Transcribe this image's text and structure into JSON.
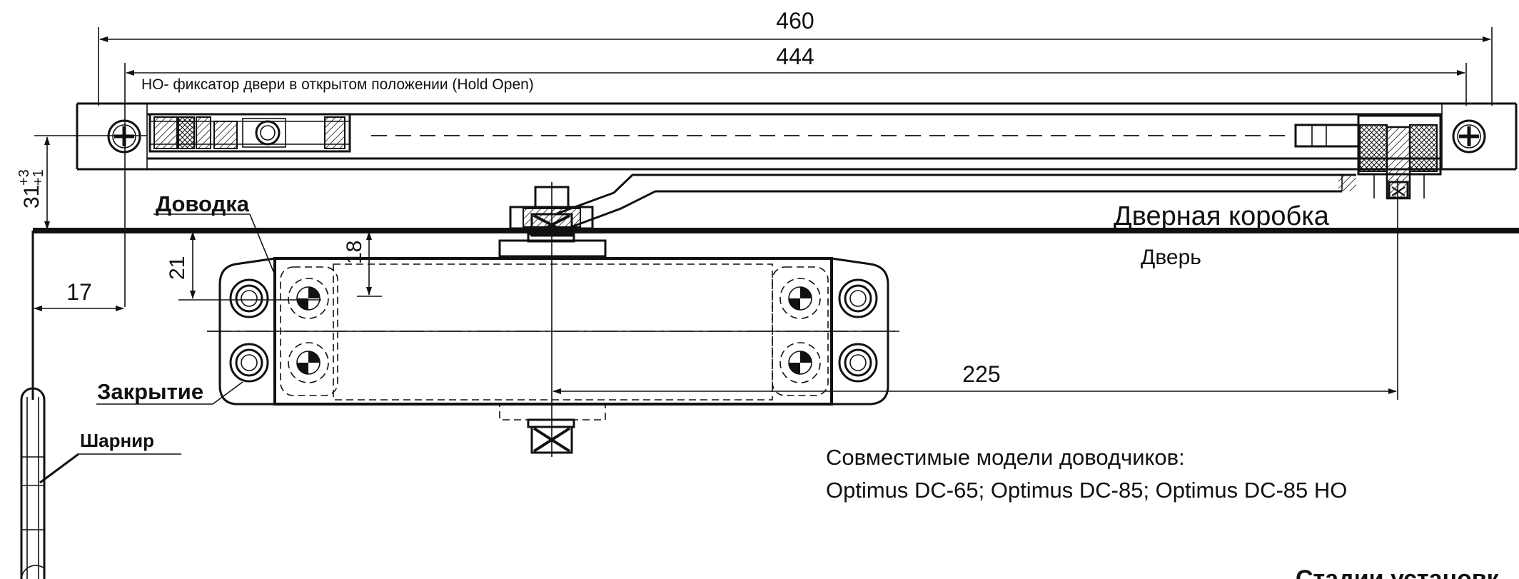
{
  "dimensions": {
    "overall": "460",
    "rail": "444",
    "offset_top": "31",
    "tol_plus": "+3",
    "tol_minus": "+1",
    "hinge_offset": "17",
    "body_offset": "21",
    "arm_offset": "18",
    "center": "225"
  },
  "labels": {
    "hold_open": "НО- фиксатор двери в открытом положении (Hold Open)",
    "latch": "Доводка",
    "closing": "Закрытие",
    "hinge": "Шарнир",
    "frame": "Дверная коробка",
    "door": "Дверь"
  },
  "compatibility": {
    "title": "Совместимые модели доводчиков:",
    "models": "Optimus DC-65; Optimus DC-85; Optimus DC-85 HO"
  },
  "footer": {
    "stages": "Стадии установк"
  },
  "colors": {
    "line": "#111111",
    "background": "#ffffff"
  }
}
